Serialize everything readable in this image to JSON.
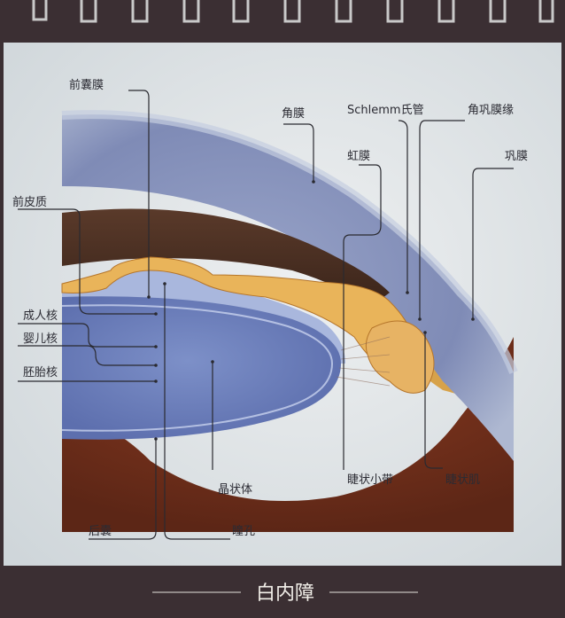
{
  "labels": {
    "anterior_capsule": "前囊膜",
    "cornea": "角膜",
    "schlemm_canal": "Schlemm氏管",
    "limbus": "角巩膜缘",
    "iris": "虹膜",
    "sclera": "巩膜",
    "anterior_cortex": "前皮质",
    "adult_nucleus": "成人核",
    "infantile_nucleus": "婴儿核",
    "embryonic_nucleus": "胚胎核",
    "lens": "晶状体",
    "zonule": "睫状小带",
    "ciliary_muscle": "睫状肌",
    "posterior_capsule": "后囊",
    "pupil": "瞳孔"
  },
  "footer": {
    "title": "白内障"
  }
}
